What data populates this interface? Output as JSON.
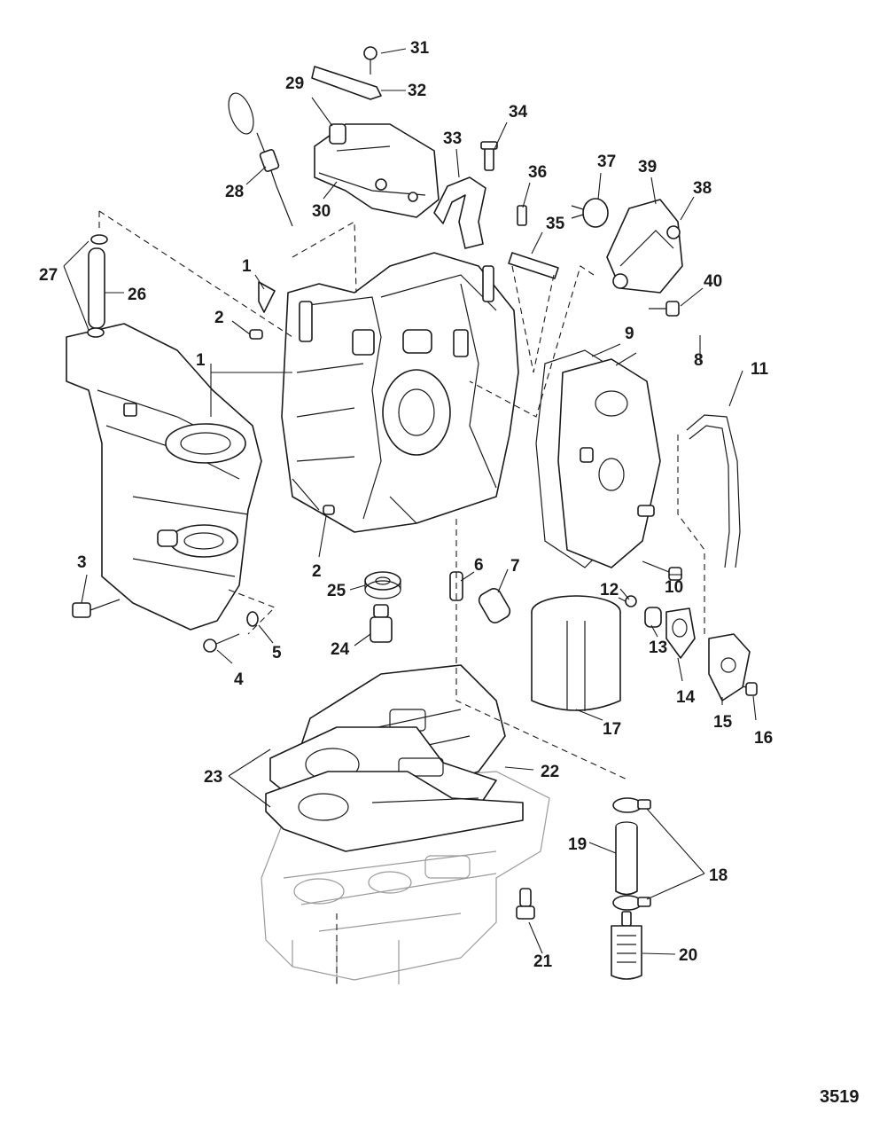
{
  "diagram": {
    "drawing_number": "3519",
    "callouts": [
      "1",
      "2",
      "3",
      "4",
      "5",
      "6",
      "7",
      "8",
      "9",
      "10",
      "11",
      "12",
      "13",
      "14",
      "15",
      "16",
      "17",
      "18",
      "19",
      "20",
      "21",
      "22",
      "23",
      "24",
      "25",
      "26",
      "27",
      "28",
      "29",
      "30",
      "31",
      "32",
      "33",
      "34",
      "35",
      "36",
      "37",
      "38",
      "39",
      "40"
    ]
  }
}
